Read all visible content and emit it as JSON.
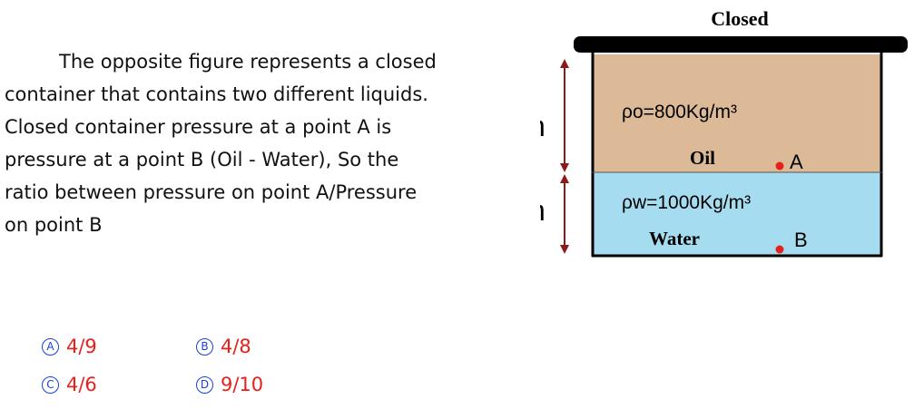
{
  "question": {
    "lines": [
      "The opposite figure represents a closed",
      "container that contains two different liquids.",
      "Closed container pressure at a point A is",
      "pressure at a point B (Oil - Water), So the",
      "ratio between pressure on point A/Pressure",
      "on point B"
    ]
  },
  "options": [
    {
      "letter": "A",
      "text": "4/9"
    },
    {
      "letter": "B",
      "text": "4/8"
    },
    {
      "letter": "C",
      "text": "4/6"
    },
    {
      "letter": "D",
      "text": "9/10"
    }
  ],
  "figure": {
    "title": "Closed",
    "h_top": "h",
    "h_bottom": "h",
    "oil_density": "ρo=800Kg/m³",
    "oil_label": "Oil",
    "point_a": "A",
    "water_density": "ρw=1000Kg/m³",
    "water_label": "Water",
    "point_b": "B"
  },
  "colors": {
    "oil": "#dcba97",
    "water": "#a6dcf0",
    "arrow": "#8b1a1a",
    "point": "#e8201c",
    "option_text": "#e8201c",
    "option_circle": "#1a40d8"
  }
}
